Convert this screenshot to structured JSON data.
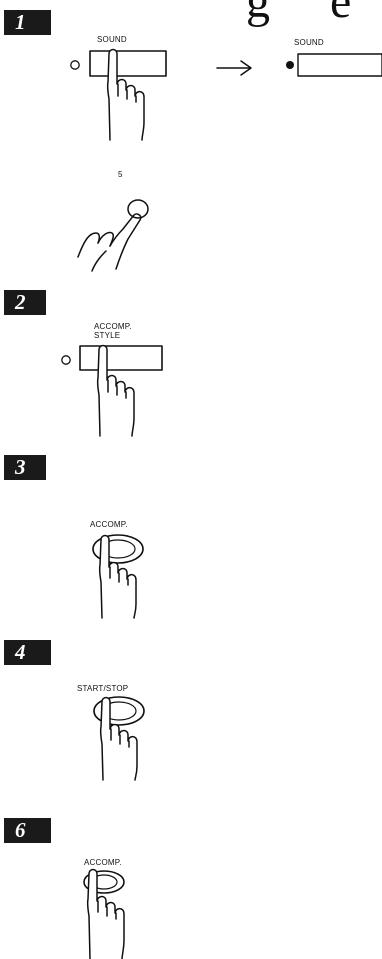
{
  "header": {
    "title_fragment": "g ... e"
  },
  "steps": [
    {
      "badge": "1",
      "button_label": "SOUND",
      "result_label": "SOUND",
      "number_label": "5"
    },
    {
      "badge": "2",
      "button_label": "ACCOMP.\nSTYLE"
    },
    {
      "badge": "3",
      "button_label": "ACCOMP."
    },
    {
      "badge": "4",
      "button_label": "START/STOP"
    },
    {
      "badge": "6",
      "button_label": "ACCOMP."
    }
  ],
  "icons": {
    "arrow": "right-arrow-icon",
    "hand": "pressing-hand-icon",
    "led": "indicator-led-icon"
  },
  "colors": {
    "ink": "#111111",
    "badge_bg": "#1a1a1a",
    "badge_text": "#ffffff"
  }
}
